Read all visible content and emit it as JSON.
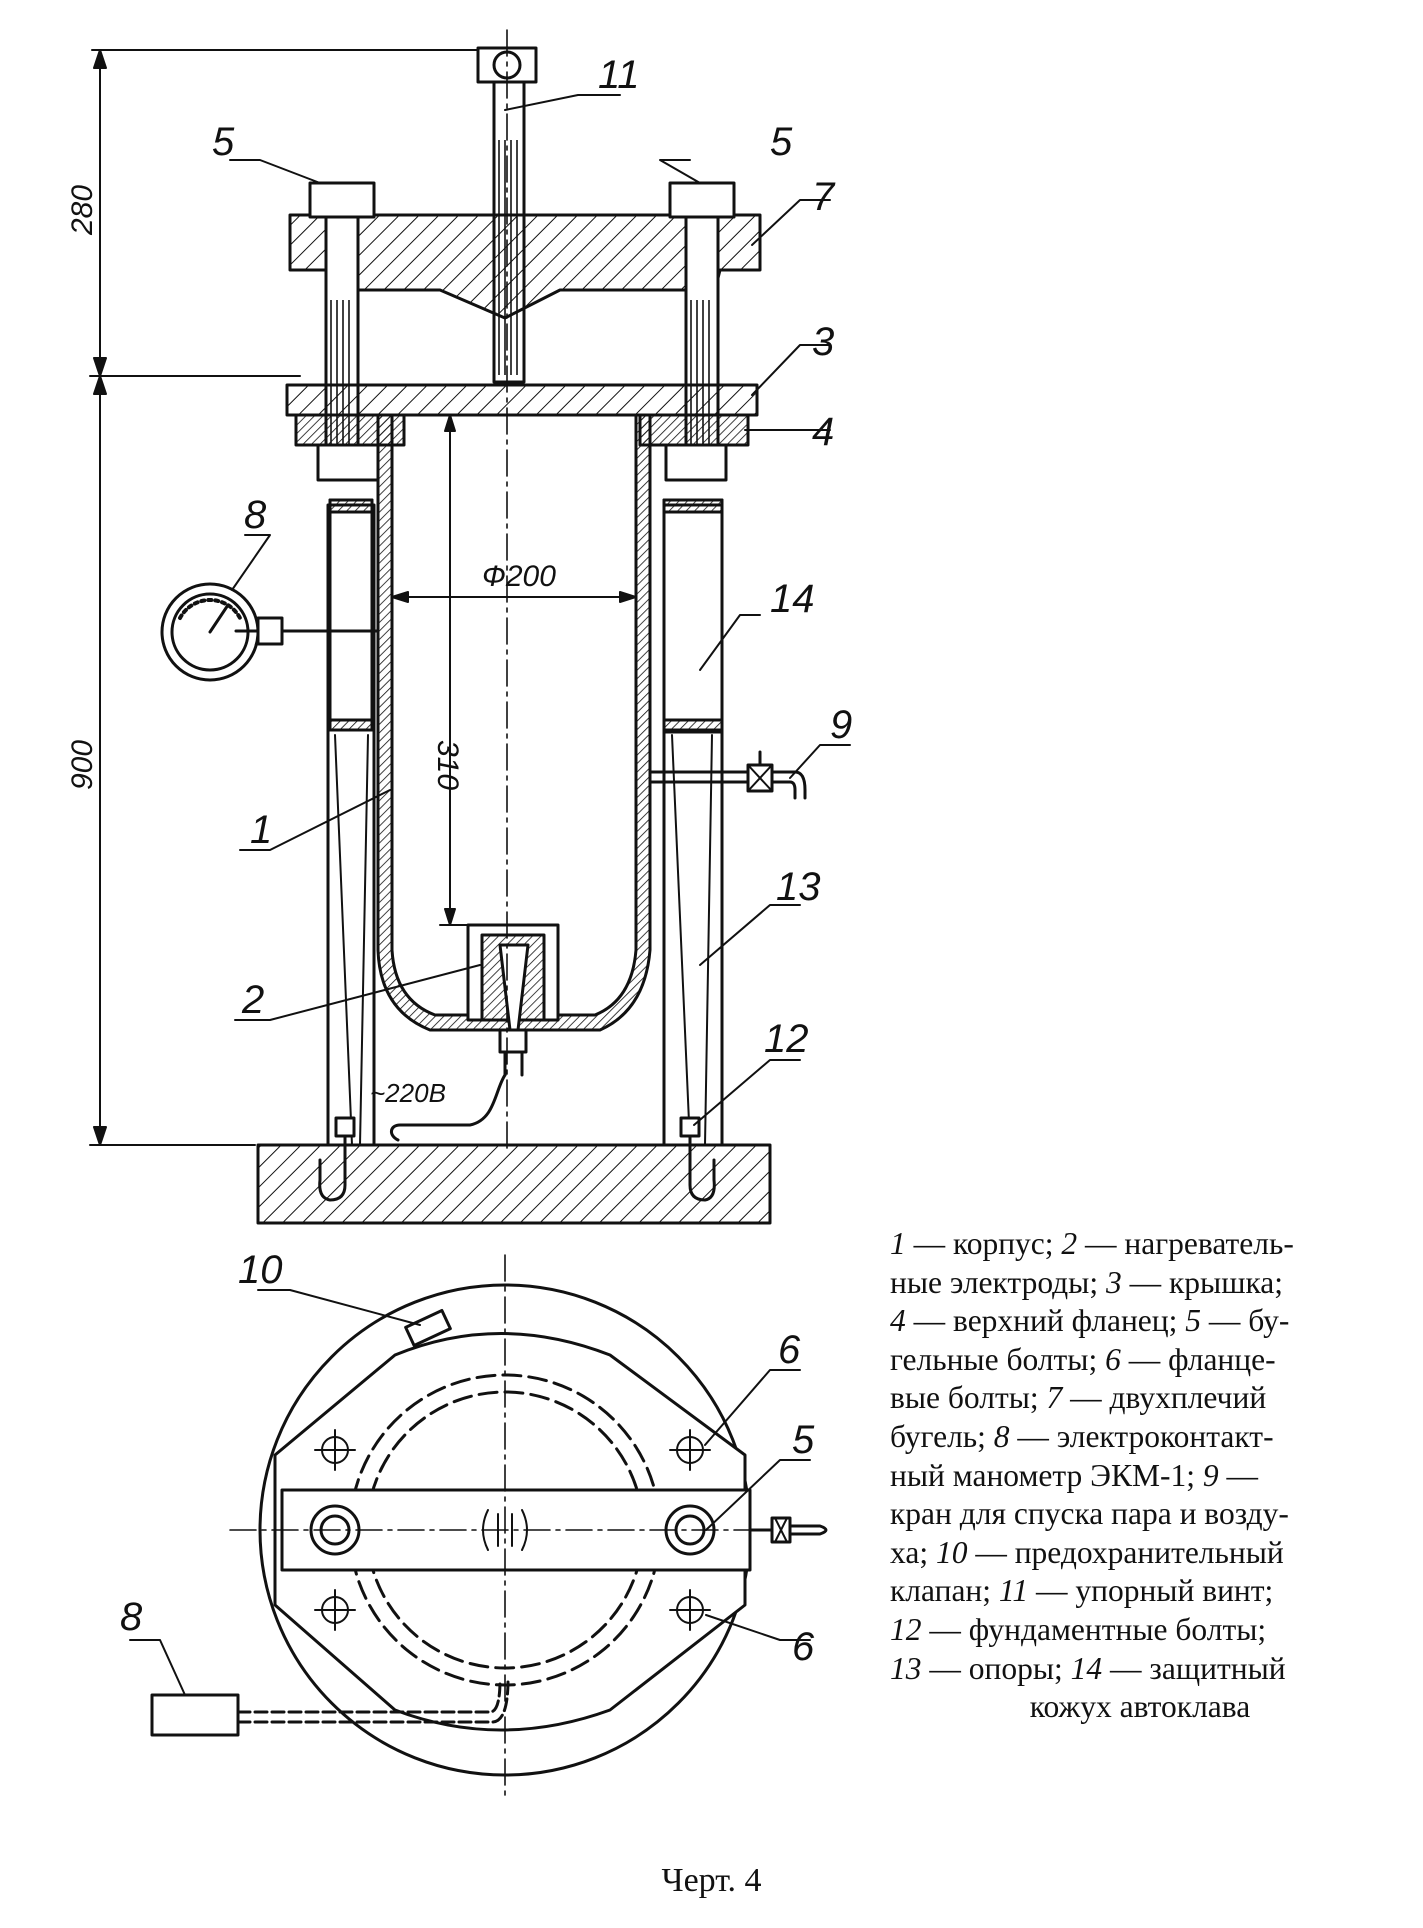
{
  "callouts": {
    "c1": "1",
    "c2": "2",
    "c3": "3",
    "c4": "4",
    "c5a": "5",
    "c5b": "5",
    "c5c": "5",
    "c6a": "6",
    "c6b": "6",
    "c7": "7",
    "c8a": "8",
    "c8b": "8",
    "c9": "9",
    "c10": "10",
    "c11": "11",
    "c12": "12",
    "c13": "13",
    "c14": "14"
  },
  "dimensions": {
    "h280": "280",
    "h900": "900",
    "d200": "Ф200",
    "h310": "310",
    "voltage": "~220В"
  },
  "legend": {
    "lines": [
      [
        "1",
        " — корпус; ",
        "2",
        " — нагреватель-"
      ],
      [
        "",
        "ные электроды; ",
        "3",
        " — крышка;"
      ],
      [
        "4",
        " — верхний фланец; ",
        "5",
        " — бу-"
      ],
      [
        "",
        "гельные болты; ",
        "6",
        " — фланце-"
      ],
      [
        "",
        "вые болты; ",
        "7",
        " — двухплечий"
      ],
      [
        "",
        "бугель; ",
        "8",
        " — электроконтакт-"
      ],
      [
        "",
        "ный манометр ЭКМ-1; ",
        "9",
        " —"
      ],
      [
        "",
        "кран для спуска пара и возду-"
      ],
      [
        "",
        "ха; ",
        "10",
        " — предохранительный"
      ],
      [
        "",
        "клапан; ",
        "11",
        " — упорный винт;"
      ],
      [
        "12",
        " — фундаментные болты;"
      ],
      [
        "13",
        " — опоры; ",
        "14",
        " — защитный"
      ],
      [
        "",
        "кожух автоклава"
      ]
    ]
  },
  "caption": "Черт. 4"
}
